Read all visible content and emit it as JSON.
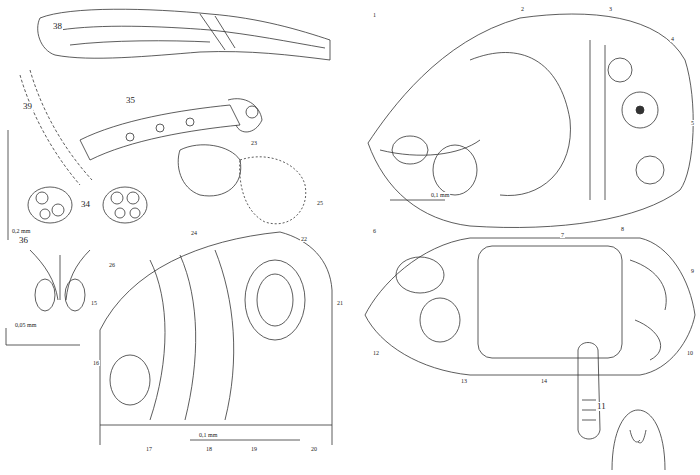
{
  "diagram": {
    "labels": [
      "38",
      "35",
      "39",
      "0,2 mm",
      "34",
      "36",
      "0,05 mm",
      "0,1 mm",
      "11",
      "0,1 mm",
      "1",
      "2",
      "3",
      "4",
      "5",
      "6",
      "7",
      "8",
      "9",
      "10",
      "12",
      "13",
      "14",
      "15",
      "16",
      "17",
      "18",
      "19",
      "20",
      "21",
      "22",
      "23",
      "24",
      "25",
      "26"
    ]
  }
}
